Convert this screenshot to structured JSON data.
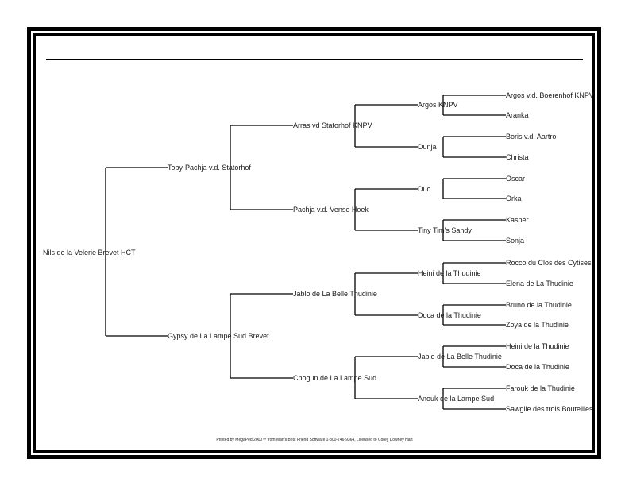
{
  "pedigree": {
    "subject": "Nils de la Velerie Brevet HCT",
    "parents": [
      "Toby-Pachja v.d. Statorhof",
      "Gypsy de La Lampe Sud Brevet"
    ],
    "grandparents": [
      "Arras vd Statorhof KNPV",
      "Pachja v.d. Vense Hoek",
      "Jablo de La Belle Thudinie",
      "Chogun de La Lampe Sud"
    ],
    "great_grandparents": [
      "Argos KNPV",
      "Dunja",
      "Duc",
      "Tiny Tim's Sandy",
      "Heini de la Thudinie",
      "Doca de la Thudinie",
      "Jablo de La Belle Thudinie",
      "Anouk de la Lampe Sud"
    ],
    "great_great_grandparents": [
      "Argos v.d. Boerenhof KNPV",
      "Aranka",
      "Boris v.d. Aartro",
      "Christa",
      "Oscar",
      "Orka",
      "Kasper",
      "Sonja",
      "Rocco du Clos des Cytises",
      "Elena de La Thudinie",
      "Bruno de la Thudinie",
      "Zoya de la Thudinie",
      "Heini de la Thudinie",
      "Doca de la Thudinie",
      "Farouk de la Thudinie",
      "Sawglie des trois Bouteilles"
    ]
  },
  "footer": "Printed by MegaPed 2000™ from Man's Best Friend Software 1-800-746-9364, Licensed to Corey Downey Hart",
  "colors": {
    "line": "#000000",
    "text": "#1a1a1a",
    "background": "#ffffff"
  }
}
